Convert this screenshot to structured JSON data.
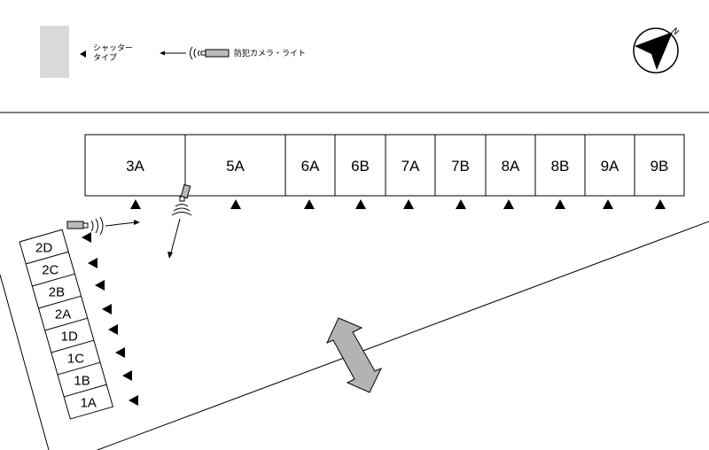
{
  "legend": {
    "shutter_label_line1": "シャッター",
    "shutter_label_line2": "タイプ",
    "camera_label": "防犯カメラ・ライト",
    "shutter_swatch_color": "#d9d9d9"
  },
  "compass": {
    "north_label": "N"
  },
  "units_top": [
    {
      "id": "3A",
      "label": "3A"
    },
    {
      "id": "5A",
      "label": "5A"
    },
    {
      "id": "6A",
      "label": "6A"
    },
    {
      "id": "6B",
      "label": "6B"
    },
    {
      "id": "7A",
      "label": "7A"
    },
    {
      "id": "7B",
      "label": "7B"
    },
    {
      "id": "8A",
      "label": "8A"
    },
    {
      "id": "8B",
      "label": "8B"
    },
    {
      "id": "9A",
      "label": "9A"
    },
    {
      "id": "9B",
      "label": "9B"
    }
  ],
  "units_left": [
    {
      "id": "2D",
      "label": "2D"
    },
    {
      "id": "2C",
      "label": "2C"
    },
    {
      "id": "2B",
      "label": "2B"
    },
    {
      "id": "2A",
      "label": "2A"
    },
    {
      "id": "1D",
      "label": "1D"
    },
    {
      "id": "1C",
      "label": "1C"
    },
    {
      "id": "1B",
      "label": "1B"
    },
    {
      "id": "1A",
      "label": "1A"
    }
  ],
  "colors": {
    "entrance_arrow": "#b3b3b3",
    "line": "#000000"
  }
}
